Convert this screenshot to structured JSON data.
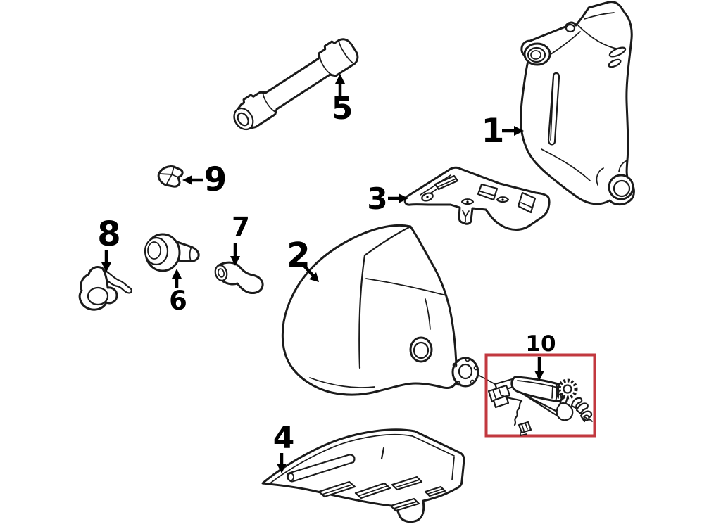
{
  "diagram": {
    "background_color": "#ffffff",
    "line_color": "#1b1b1b",
    "label_color": "#000000",
    "highlight_box_color": "#c2383f",
    "highlighted_callout": "10",
    "callouts": [
      {
        "label": "1"
      },
      {
        "label": "2"
      },
      {
        "label": "3"
      },
      {
        "label": "4"
      },
      {
        "label": "5"
      },
      {
        "label": "6"
      },
      {
        "label": "7"
      },
      {
        "label": "8"
      },
      {
        "label": "9"
      },
      {
        "label": "10"
      }
    ]
  }
}
